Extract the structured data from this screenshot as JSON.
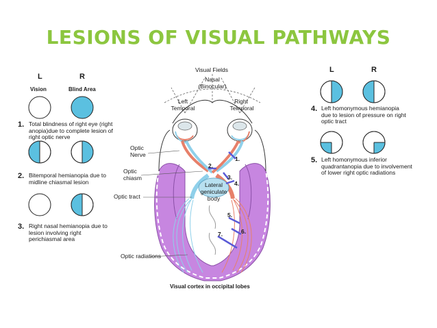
{
  "title": "LESIONS OF VISUAL PATHWAYS",
  "colors": {
    "title": "#8cc63f",
    "blind": "#5bc0e0",
    "cortex": "#c786e0",
    "left_path": "#8fd0ea",
    "right_path": "#e7806a"
  },
  "left_panel": {
    "col_l": "L",
    "col_r": "R",
    "col_l_sub": "Vision",
    "col_r_sub": "Blind Area",
    "items": [
      {
        "num": "1.",
        "text": "Total blindness of right eye (right anopia)due to complete lesion of right optic nerve"
      },
      {
        "num": "2.",
        "text": "Bitemporal hemianopia due to midline chiasmal lesion"
      },
      {
        "num": "3.",
        "text": "Right nasal hemianopia due to lesion involving right perichiasmal area"
      }
    ]
  },
  "right_panel": {
    "col_l": "L",
    "col_r": "R",
    "items": [
      {
        "num": "4.",
        "text": "Left homonymous hemianopia due to lesion of pressure on right optic tract"
      },
      {
        "num": "5.",
        "text": "Left homonymous inferior quadrantanopia due to involvement of lower right optic radiations"
      }
    ]
  },
  "diagram": {
    "visual_fields": "Visual Fields",
    "nasal": "Nasal",
    "binocular": "(Binocular)",
    "left_temporal_1": "Left",
    "left_temporal_2": "Temporal",
    "right_temporal_1": "Right",
    "right_temporal_2": "Temporal",
    "optic_nerve_1": "Optic",
    "optic_nerve_2": "Nerve",
    "optic_chiasm_1": "Optic",
    "optic_chiasm_2": "chiasm",
    "optic_tract": "Optic tract",
    "lgb_1": "Lateral",
    "lgb_2": "geniculate",
    "lgb_3": "body",
    "optic_radiations": "Optic radiations",
    "cortex_caption": "Visual cortex in occipital lobes",
    "markers": [
      "1.",
      "2.",
      "3.",
      "4.",
      "5.",
      "6.",
      "7."
    ]
  }
}
